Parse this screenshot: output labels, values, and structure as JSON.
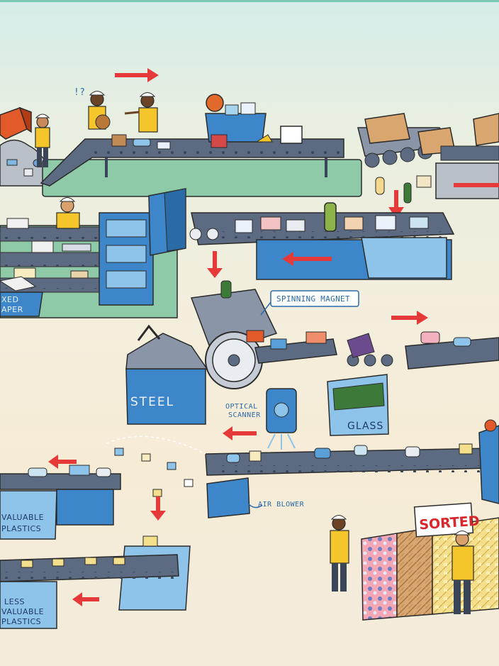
{
  "labels": {
    "mixed_paper_1": "XED",
    "mixed_paper_2": "APER",
    "spinning_magnet": "SPINNING MAGNET",
    "steel": "STEEL",
    "optical_scanner_1": "OPTICAL",
    "optical_scanner_2": "SCANNER",
    "glass": "GLASS",
    "air_blower": "AIR BLOWER",
    "valuable_plastics_1": "VALUABLE",
    "valuable_plastics_2": "PLASTICS",
    "less_valuable_plastics_1": "LESS",
    "less_valuable_plastics_2": "VALUABLE",
    "less_valuable_plastics_3": "PLASTICS",
    "sorted_sign": "SORTED",
    "worker_confused": "!?"
  },
  "colors": {
    "conveyor": "#5d6b82",
    "conveyor_dark": "#3a4558",
    "machine_blue": "#3d86c9",
    "machine_light": "#8fc4ea",
    "platform_green": "#8fcaa8",
    "arrow_red": "#e63a3a",
    "worker_yellow": "#f4c62c",
    "label_blue": "#2b6aa8"
  }
}
